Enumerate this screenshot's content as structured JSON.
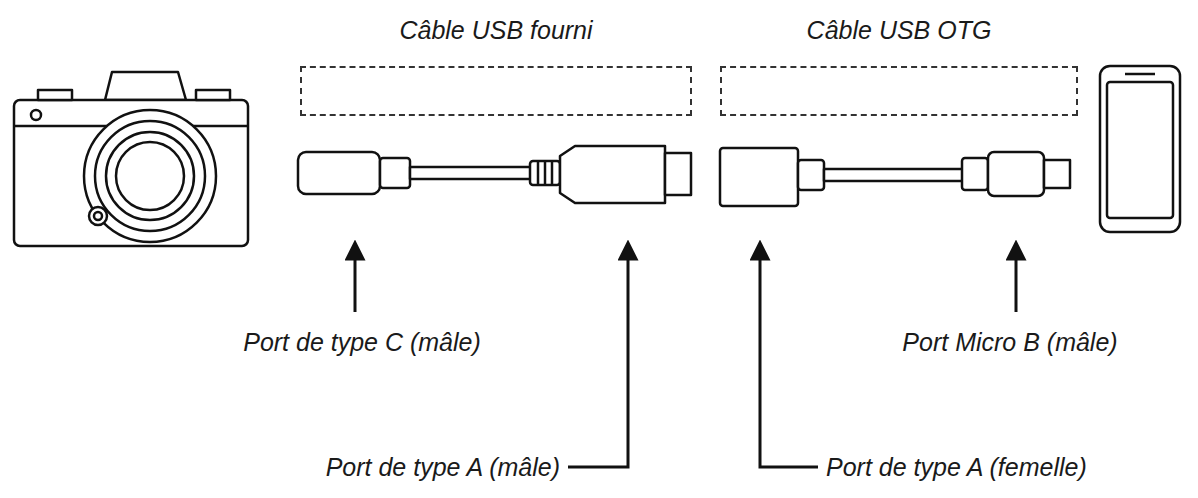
{
  "diagram": {
    "nodes": [
      {
        "text": [
          "Câble USB fourni"
        ]
      },
      {
        "text": [
          "Câble USB OTG"
        ]
      }
    ],
    "labels": [
      "Port de type C (mâle)",
      "Port de type A (mâle)",
      "Port de type A (femelle)",
      "Port Micro B (mâle)"
    ]
  }
}
